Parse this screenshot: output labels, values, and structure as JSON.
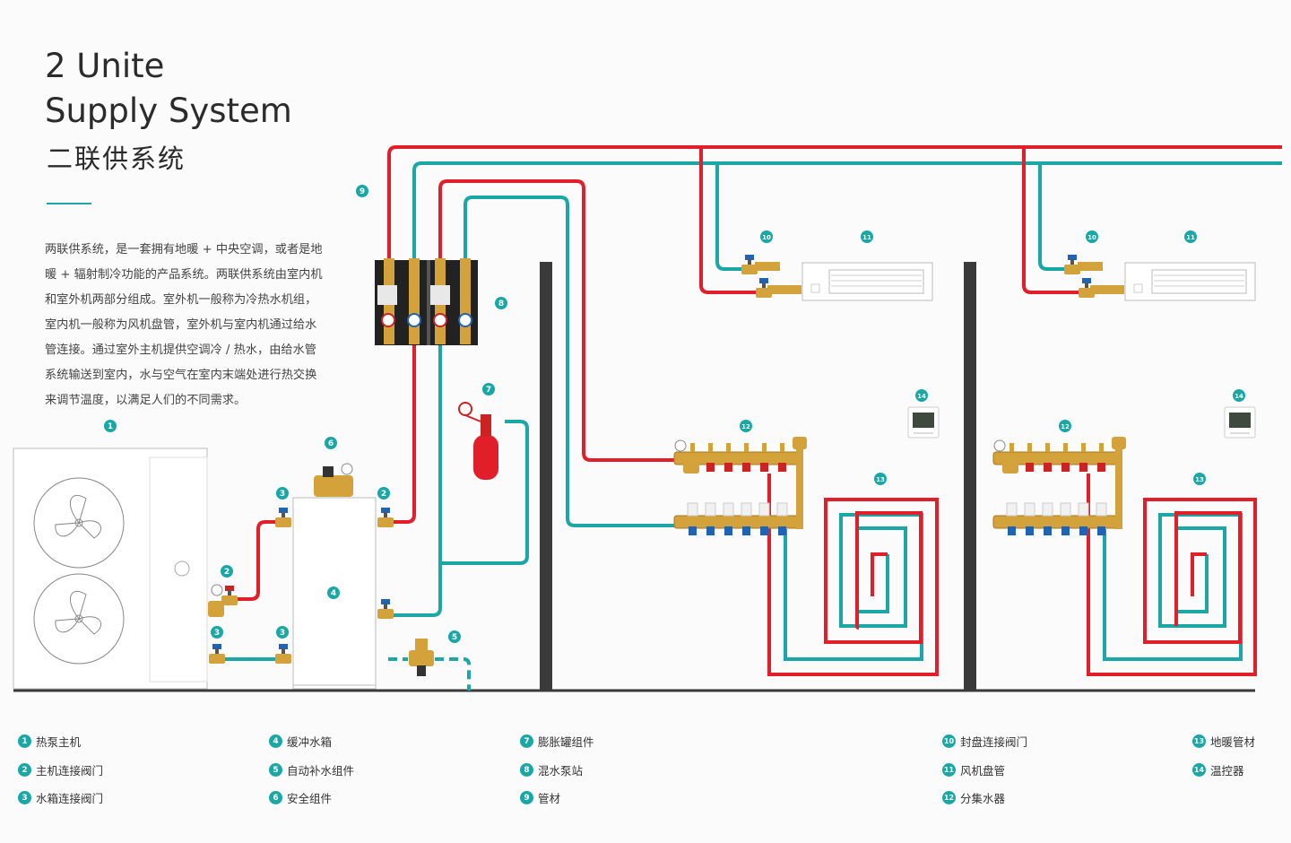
{
  "title": {
    "line1": "2 Unite",
    "line2": "Supply System",
    "cn": "二联供系统"
  },
  "description": [
    "两联供系统，是一套拥有地暖 + 中央空调，或者是地",
    "暖 + 辐射制冷功能的产品系统。两联供系统由室内机",
    "和室外机两部分组成。室外机一般称为冷热水机组，",
    "室内机一般称为风机盘管，室外机与室内机通过给水",
    "管连接。通过室外主机提供空调冷 / 热水，由给水管",
    "系统输送到室内，水与空气在室内末端处进行热交换",
    "来调节温度，以满足人们的不同需求。"
  ],
  "legend": [
    {
      "num": "1",
      "label": "热泵主机"
    },
    {
      "num": "2",
      "label": "主机连接阀门"
    },
    {
      "num": "3",
      "label": "水箱连接阀门"
    },
    {
      "num": "4",
      "label": "缓冲水箱"
    },
    {
      "num": "5",
      "label": "自动补水组件"
    },
    {
      "num": "6",
      "label": "安全组件"
    },
    {
      "num": "7",
      "label": "膨胀罐组件"
    },
    {
      "num": "8",
      "label": "混水泵站"
    },
    {
      "num": "9",
      "label": "管材"
    },
    {
      "num": "10",
      "label": "封盘连接阀门"
    },
    {
      "num": "11",
      "label": "风机盘管"
    },
    {
      "num": "12",
      "label": "分集水器"
    },
    {
      "num": "13",
      "label": "地暖管材"
    },
    {
      "num": "14",
      "label": "温控器"
    }
  ],
  "callouts": [
    "1",
    "2",
    "2",
    "3",
    "3",
    "3",
    "4",
    "5",
    "6",
    "7",
    "8",
    "9",
    "10",
    "11",
    "10",
    "11",
    "12",
    "13",
    "14",
    "12",
    "13",
    "14"
  ],
  "colors": {
    "hot": "#e01f2b",
    "cold": "#1aa7a6",
    "accent": "#1aa7a6",
    "wall": "#3a3a3a",
    "brass": "#d4a23a"
  }
}
